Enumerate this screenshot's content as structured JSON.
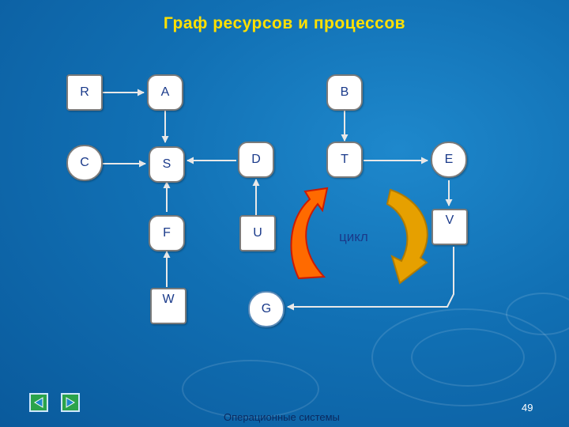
{
  "title": "Граф ресурсов и процессов",
  "nodes": {
    "R": "R",
    "A": "A",
    "B": "B",
    "C": "C",
    "S": "S",
    "D": "D",
    "T": "T",
    "E": "E",
    "F": "F",
    "U": "U",
    "V": "V",
    "W": "W",
    "G": "G"
  },
  "cycle_label": "цикл",
  "footer": "Операционные системы",
  "page_number": "49",
  "colors": {
    "title": "#ffe000",
    "background": "#1170b4",
    "cycle_arrow_left": "#ff6a00",
    "cycle_arrow_right": "#e6a000"
  },
  "nav": {
    "prev_icon": "triangle-left-icon",
    "next_icon": "triangle-right-icon"
  }
}
